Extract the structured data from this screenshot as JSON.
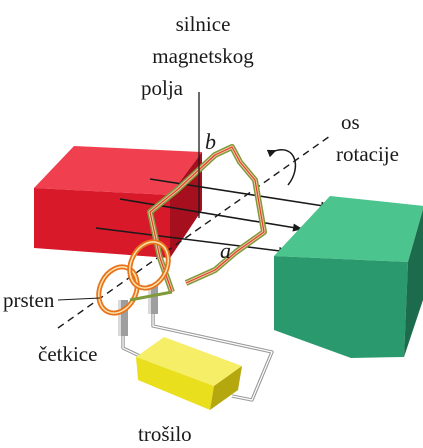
{
  "labels": {
    "field_lines": [
      "silnice",
      "magnetskog",
      "polja"
    ],
    "axis": [
      "os",
      "rotacije"
    ],
    "side_a": "a",
    "side_b": "b",
    "ring": "prsten",
    "brushes": "četkice",
    "load": "trošilo"
  },
  "colors": {
    "magnet_north": "#d8192a",
    "magnet_south": "#2a9a6e",
    "load_box": "#eadf1c",
    "coil_outer": "#7f9a3a",
    "coil_inner": "#e5402a",
    "ring": "#e8731a"
  }
}
